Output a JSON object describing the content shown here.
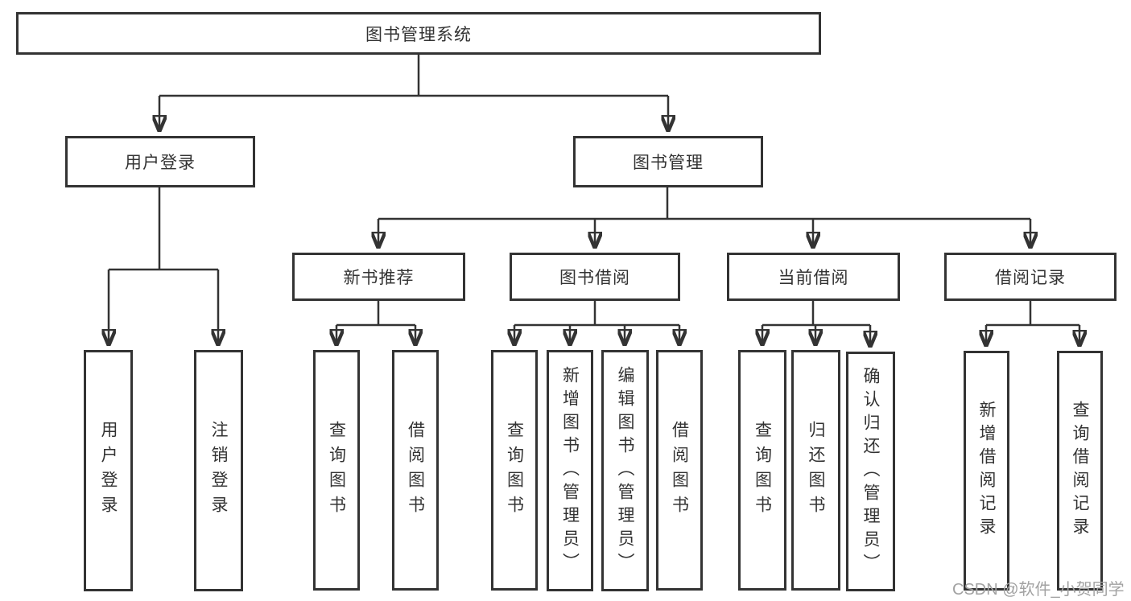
{
  "watermark": "CSDN @软件_小贺同学",
  "colors": {
    "line": "#333333",
    "box_border": "#333333",
    "box_fill": "#ffffff",
    "text": "#333333",
    "watermark": "#a2a2a2"
  },
  "tree": {
    "root": {
      "label": "图书管理系统"
    },
    "branches": [
      {
        "label": "用户登录",
        "children": [
          {
            "label": "用户登录"
          },
          {
            "label": "注销登录"
          }
        ]
      },
      {
        "label": "图书管理",
        "groups": [
          {
            "label": "新书推荐",
            "children": [
              {
                "label": "查询图书"
              },
              {
                "label": "借阅图书"
              }
            ]
          },
          {
            "label": "图书借阅",
            "children": [
              {
                "label": "查询图书"
              },
              {
                "label": "新增图书（管理员）"
              },
              {
                "label": "编辑图书（管理员）"
              },
              {
                "label": "借阅图书"
              }
            ]
          },
          {
            "label": "当前借阅",
            "children": [
              {
                "label": "查询图书"
              },
              {
                "label": "归还图书"
              },
              {
                "label": "确认归还（管理员）"
              }
            ]
          },
          {
            "label": "借阅记录",
            "children": [
              {
                "label": "新增借阅记录"
              },
              {
                "label": "查询借阅记录"
              }
            ]
          }
        ]
      }
    ]
  }
}
